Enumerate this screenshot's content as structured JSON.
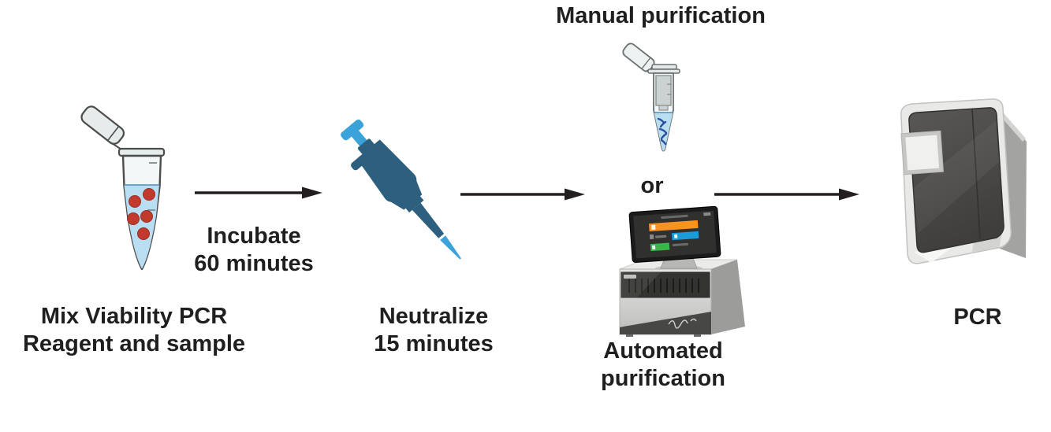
{
  "labels": {
    "mix": {
      "line1": "Mix Viability PCR",
      "line2": "Reagent and sample"
    },
    "incubate": {
      "line1": "Incubate",
      "line2": "60 minutes"
    },
    "neutralize": {
      "line1": "Neutralize",
      "line2": "15 minutes"
    },
    "manual": "Manual purification",
    "or": "or",
    "automated": "Automated purification",
    "pcr": "PCR"
  },
  "icons": {
    "mix": "sample-tube-icon",
    "neutralize": "pipette-icon",
    "manual": "spin-column-tube-icon",
    "automated": "automated-purifier-icon",
    "pcr": "pcr-instrument-icon",
    "flow": "arrow-right-icon"
  },
  "colors": {
    "text": "#1f1f1f",
    "arrow": "#231f20",
    "tube-outline": "#4c4c4c",
    "tube-body": "#f4f7f7",
    "tube-rim": "#e6ebeb",
    "liquid-blue": "#b9def1",
    "liquid-line": "#4a8fb5",
    "dot-red": "#c23a2e",
    "dot-red-edge": "#9c2d23",
    "pipette-dark": "#2d5f7e",
    "pipette-light": "#3ba2da",
    "tube2-outline": "#6a7070",
    "column-gray": "#ccd2d2",
    "dna-blue": "#2a4fa0",
    "screen-bezel": "#1b1b1b",
    "screen-bg": "#30302e",
    "bar-orange": "#f7941d",
    "bar-green": "#3bb54a",
    "bar-blue": "#1b9cd8",
    "machine-window": "#33332f",
    "machine-swoosh": "#474745",
    "pcr-panel-dark": "#4a4846",
    "pcr-shell": "#e9e9e7",
    "pcr-side": "#a3a3a1",
    "pcr-window": "#f0f0ee"
  }
}
